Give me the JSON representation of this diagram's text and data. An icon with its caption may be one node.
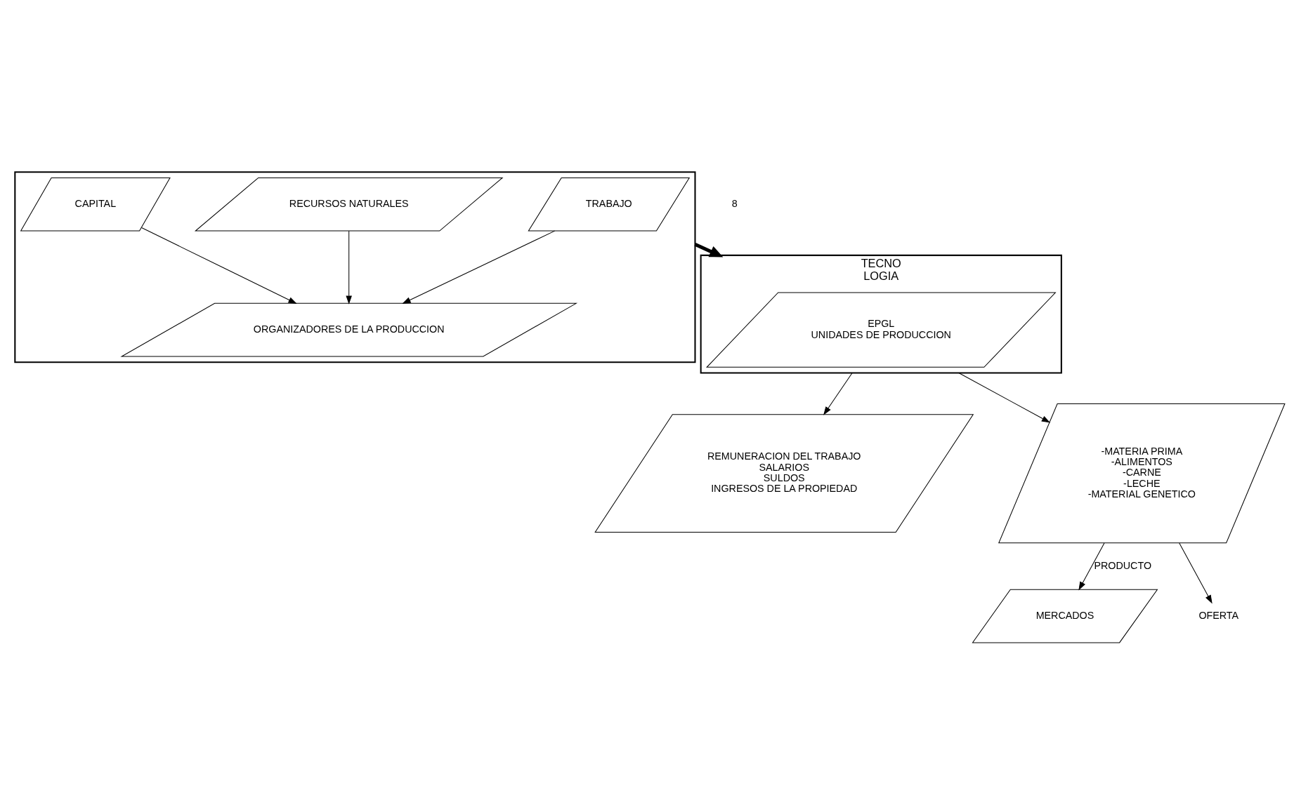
{
  "diagram": {
    "nodes": [
      {
        "text": [],
        "shape": "box"
      },
      {
        "text": [
          "TRABAJO"
        ],
        "in": 0
      },
      {
        "text": [
          "RECURSOS NATURALES"
        ],
        "in": 0
      },
      {
        "text": [
          "CAPITAL"
        ],
        "in": 0
      },
      {
        "text": [
          "ORGANIZADORES DE LA PRODUCCION"
        ],
        "in": 0
      },
      {
        "text": [
          "REMUNERACION DEL TRABAJO",
          "SALARIOS",
          "SULDOS",
          "INGRESOS DE LA PROPIEDAD"
        ]
      },
      {
        "text": [
          "TECNO",
          "LOGIA"
        ]
      },
      {
        "text": [
          "EPGL",
          "UNIDADES DE PRODUCCION"
        ],
        "in": 6
      },
      {
        "text": [
          "-MATERIA PRIMA",
          "-ALIMENTOS",
          "-CARNE",
          "-LECHE",
          "-MATERIAL GENETICO"
        ]
      },
      {
        "text": [
          "MERCADOS"
        ]
      },
      {
        "text": [
          "OFERTA"
        ]
      }
    ],
    "edges": [
      {
        "from": 1,
        "to": 4,
        "arrow": "to"
      },
      {
        "from": 2,
        "to": 4,
        "arrow": "to"
      },
      {
        "from": 3,
        "to": 4,
        "arrow": "to"
      },
      {
        "from": 0,
        "to": 6,
        "arrow": "to",
        "style": "thick"
      },
      {
        "from": 6,
        "to": 5,
        "arrow": "to"
      },
      {
        "from": 6,
        "to": 8,
        "arrow": "to"
      },
      {
        "from": 8,
        "to": 9,
        "arrow": "to",
        "label": "PRODUCTO"
      },
      {
        "from": 8,
        "to": 10,
        "arrow": "to"
      }
    ],
    "labels": [
      "8"
    ]
  }
}
